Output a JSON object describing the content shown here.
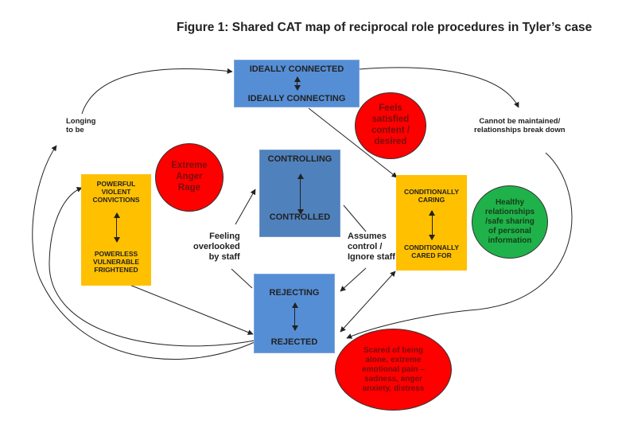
{
  "title": "Figure 1: Shared CAT map of reciprocal role procedures in Tyler’s case",
  "colors": {
    "blue_box": "#558ed5",
    "blue_box_dark": "#4f81bd",
    "gold_box": "#ffc000",
    "red_ellipse": "#ff0000",
    "green_ellipse": "#1fb24a",
    "line": "#222222"
  },
  "boxes": {
    "ideal": {
      "top": "IDEALLY CONNECTED",
      "bottom": "IDEALLY CONNECTING"
    },
    "control": {
      "top": "CONTROLLING",
      "bottom": "CONTROLLED"
    },
    "reject": {
      "top": "REJECTING",
      "bottom": "REJECTED"
    },
    "power": {
      "top": [
        "POWERFUL",
        "VIOLENT",
        "CONVICTIONS"
      ],
      "bottom": [
        "POWERLESS",
        "VULNERABLE",
        "FRIGHTENED"
      ]
    },
    "conditional": {
      "top": [
        "CONDITIONALLY",
        "CARING"
      ],
      "bottom": [
        "CONDITIONALLY",
        "CARED FOR"
      ]
    }
  },
  "ellipses": {
    "anger": [
      "Extreme",
      "Anger",
      "Rage"
    ],
    "satisfied": [
      "Feels",
      "satisfied",
      "content /",
      "desired"
    ],
    "healthy": [
      "Healthy",
      "relationships",
      "/safe sharing",
      "of personal",
      "information"
    ],
    "scared": [
      "Scared of being",
      "alone, extreme",
      "emotional pain –",
      "sadness, anger",
      "anxiety, distress"
    ]
  },
  "notes": {
    "longing": [
      "Longing",
      "to be"
    ],
    "cannot": [
      "Cannot be maintained/",
      "relationships break down"
    ],
    "overlooked": [
      "Feeling",
      "overlooked",
      "by staff"
    ],
    "assumes": [
      "Assumes",
      "control /",
      "Ignore staff"
    ]
  }
}
